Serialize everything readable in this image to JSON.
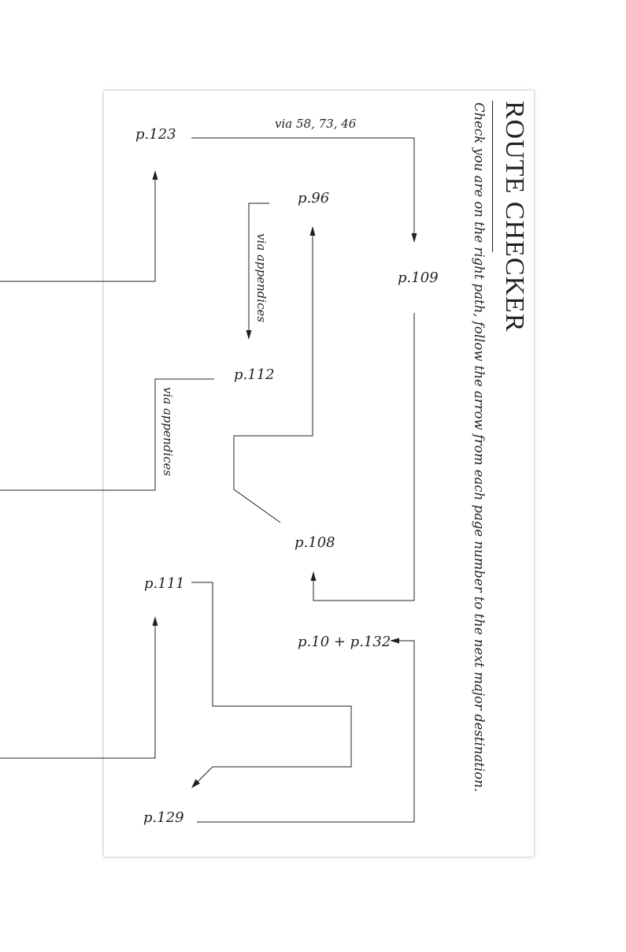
{
  "title": "ROUTE CHECKER",
  "subtitle": "Check you are on the right path, follow the arrow from each page number to the next major destination.",
  "nodes": {
    "p123": "p.123",
    "p96": "p.96",
    "p109": "p.109",
    "p112": "p.112",
    "p108": "p.108",
    "p111": "p.111",
    "p10_132": "p.10 + p.132",
    "p129": "p.129"
  },
  "route_labels": {
    "via_58_73_46": "via 58, 73, 46",
    "via_appendices_1": "via appendices",
    "via_appendices_2": "via appendices"
  },
  "colors": {
    "ink": "#231f20",
    "card": "#ffffff"
  }
}
